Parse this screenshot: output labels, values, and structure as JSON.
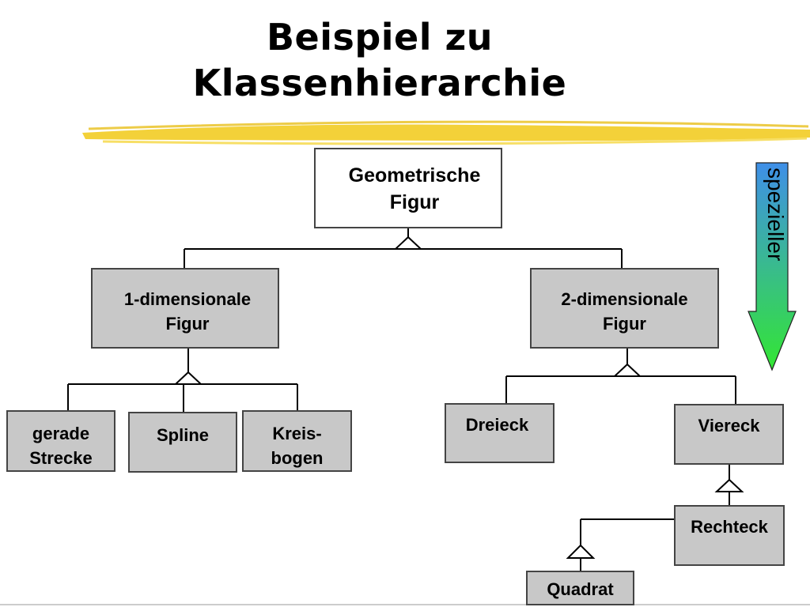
{
  "slide": {
    "title_line1": "Beispiel zu",
    "title_line2": "Klassenhierarchie"
  },
  "arrow": {
    "label": "spezieller",
    "color_top": "#3f8fe8",
    "color_bottom": "#33e633"
  },
  "colors": {
    "highlight": "#f2cf2e",
    "box_fill": "#c8c8c8",
    "root_fill": "#ffffff",
    "line": "#000000"
  },
  "nodes": {
    "root": "Geometrische\nFigur",
    "dim1": "1-dimensionale\nFigur",
    "dim2": "2-dimensionale\nFigur",
    "gerade": "gerade\nStrecke",
    "spline": "Spline",
    "kreis": "Kreis-\nbogen",
    "dreieck": "Dreieck",
    "viereck": "Viereck",
    "rechteck": "Rechteck",
    "quadrat": "Quadrat"
  }
}
